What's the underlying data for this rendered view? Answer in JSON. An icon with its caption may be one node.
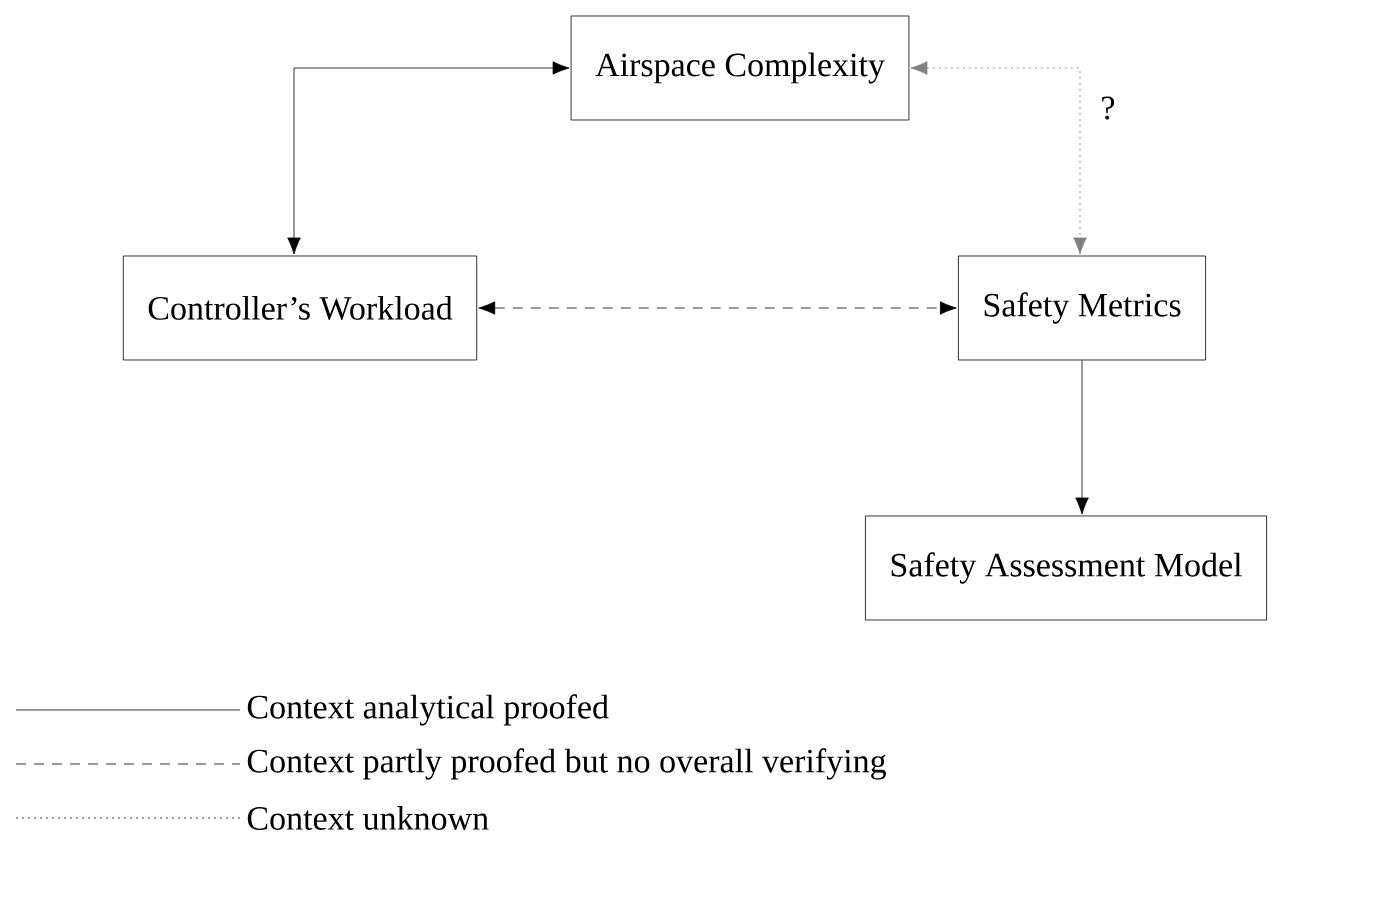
{
  "diagram": {
    "nodes": [
      {
        "text": [
          "Airspace Complexity"
        ]
      },
      {
        "text": [
          "Controller’s Workload"
        ]
      },
      {
        "text": [
          "Safety Metrics"
        ]
      },
      {
        "text": [
          "Safety Assessment Model"
        ]
      }
    ],
    "edges": [
      {
        "from": 0,
        "to": 1,
        "arrow": "both"
      },
      {
        "from": 1,
        "to": 2,
        "arrow": "both",
        "style": "dashed"
      },
      {
        "from": 0,
        "to": 2,
        "arrow": "both",
        "style": "dashed",
        "color": "#808080",
        "label": "?"
      },
      {
        "from": 2,
        "to": 3,
        "arrow": "to"
      }
    ],
    "legend": [
      {
        "text": "Context analytical proofed"
      },
      {
        "text": "Context partly proofed but no overall verifying"
      },
      {
        "text": "Context unknown"
      }
    ]
  }
}
